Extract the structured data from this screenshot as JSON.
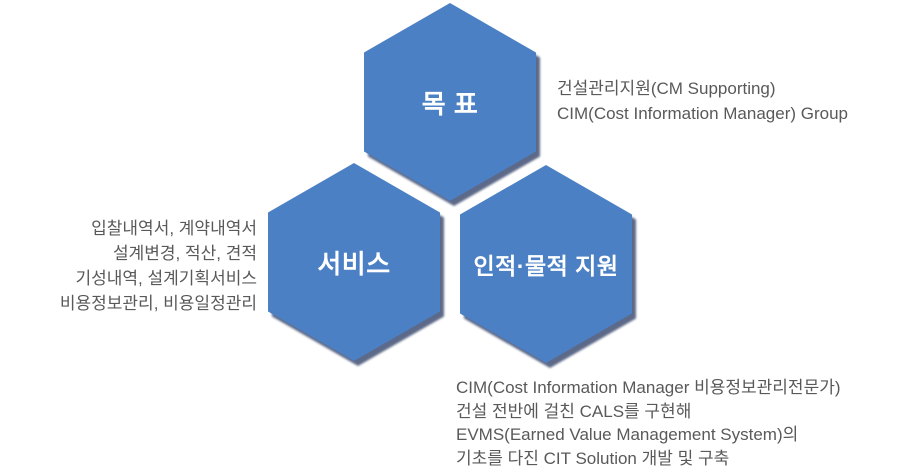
{
  "colors": {
    "background": "#ffffff",
    "hexagon_fill": "#4c80c4",
    "hexagon_shadow": "#404f73",
    "hexagon_text": "#ffffff",
    "note_text": "#595959"
  },
  "hexagons": [
    {
      "id": "goal",
      "label": "목 표"
    },
    {
      "id": "service",
      "label": "서비스"
    },
    {
      "id": "support",
      "label": "인적·물적 지원"
    }
  ],
  "notes": {
    "goal": {
      "lines": [
        "건설관리지원(CM Supporting)",
        "CIM(Cost Information Manager) Group"
      ]
    },
    "service": {
      "lines": [
        "입찰내역서, 계약내역서",
        "설계변경, 적산, 견적",
        "기성내역, 설계기획서비스",
        "비용정보관리, 비용일정관리"
      ]
    },
    "support": {
      "lines": [
        "CIM(Cost Information Manager 비용정보관리전문가)",
        "건설 전반에 걸친 CALS를 구현해",
        "EVMS(Earned Value Management System)의",
        "기초를 다진 CIT Solution 개발 및 구축"
      ]
    }
  }
}
